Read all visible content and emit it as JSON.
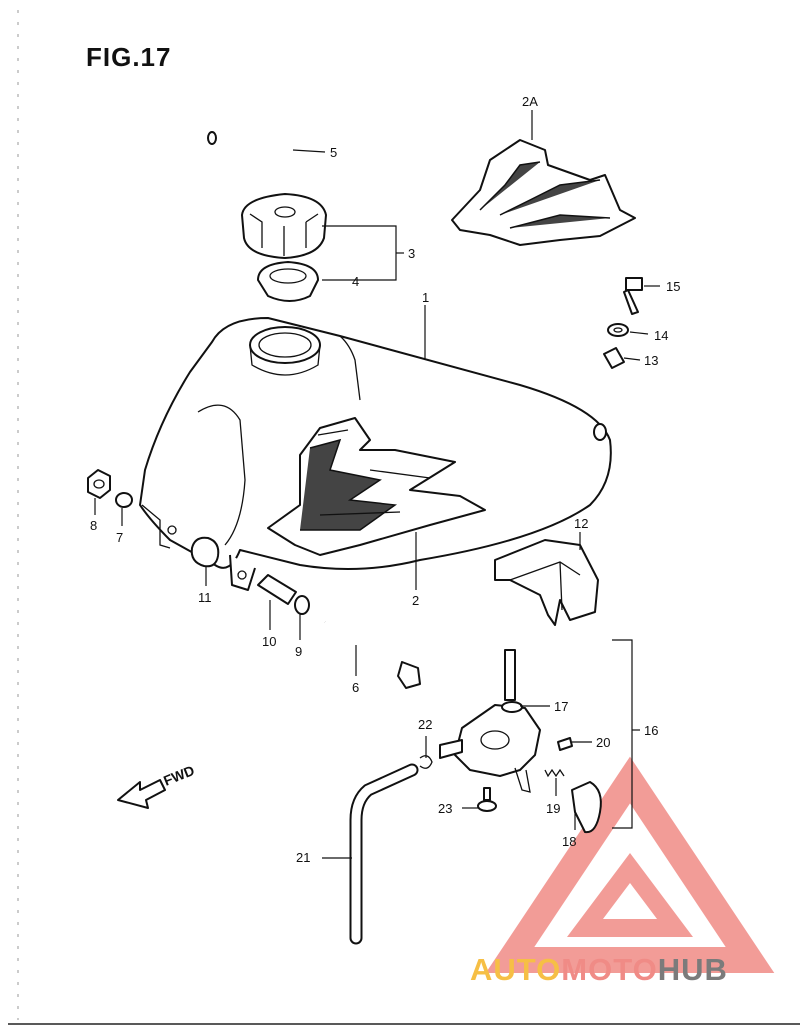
{
  "figure": {
    "title": "FIG.17"
  },
  "callouts": {
    "p1": "1",
    "p2": "2",
    "p2a": "2A",
    "p3": "3",
    "p4": "4",
    "p5": "5",
    "p6": "6",
    "p7": "7",
    "p8": "8",
    "p9": "9",
    "p10": "10",
    "p11": "11",
    "p12": "12",
    "p13": "13",
    "p14": "14",
    "p15": "15",
    "p16": "16",
    "p17": "17",
    "p18": "18",
    "p19": "19",
    "p20": "20",
    "p21": "21",
    "p22": "22",
    "p23": "23"
  },
  "direction": {
    "label": "FWD"
  },
  "watermark": {
    "part1": "AUTO",
    "part2": "MOTO",
    "part3": "HUB",
    "colors": {
      "auto": "#f6bf45",
      "moto": "#f08b86",
      "hub": "#7b7b7b",
      "triangle": "#f08b86"
    }
  }
}
